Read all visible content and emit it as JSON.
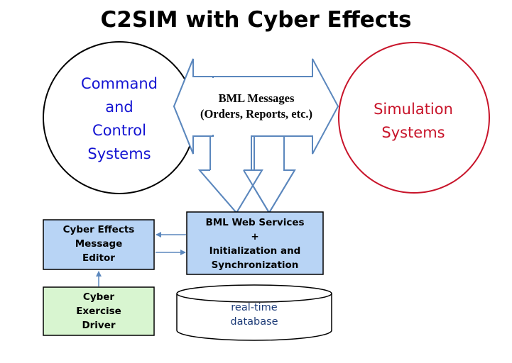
{
  "title": "C2SIM with Cyber Effects",
  "command_control": {
    "lines": [
      "Command",
      "and",
      "Control",
      "Systems"
    ],
    "color": "#1414d2"
  },
  "simulation": {
    "lines": [
      "Simulation",
      "Systems"
    ],
    "color": "#c8142a"
  },
  "bml_messages": {
    "lines": [
      "BML Messages",
      "(Orders, Reports, etc.)"
    ]
  },
  "web_services": {
    "lines": [
      "BML Web Services",
      "+",
      "Initialization and",
      "Synchronization"
    ],
    "fill": "#b8d4f5"
  },
  "editor": {
    "lines": [
      "Cyber Effects",
      "Message",
      "Editor"
    ],
    "fill": "#b8d4f5"
  },
  "driver": {
    "lines": [
      "Cyber",
      "Exercise",
      "Driver"
    ],
    "fill": "#d8f5d0"
  },
  "database": {
    "lines": [
      "real-time",
      "database"
    ]
  },
  "colors": {
    "arrow_stroke": "#5b87bd",
    "box_stroke": "#000000"
  }
}
